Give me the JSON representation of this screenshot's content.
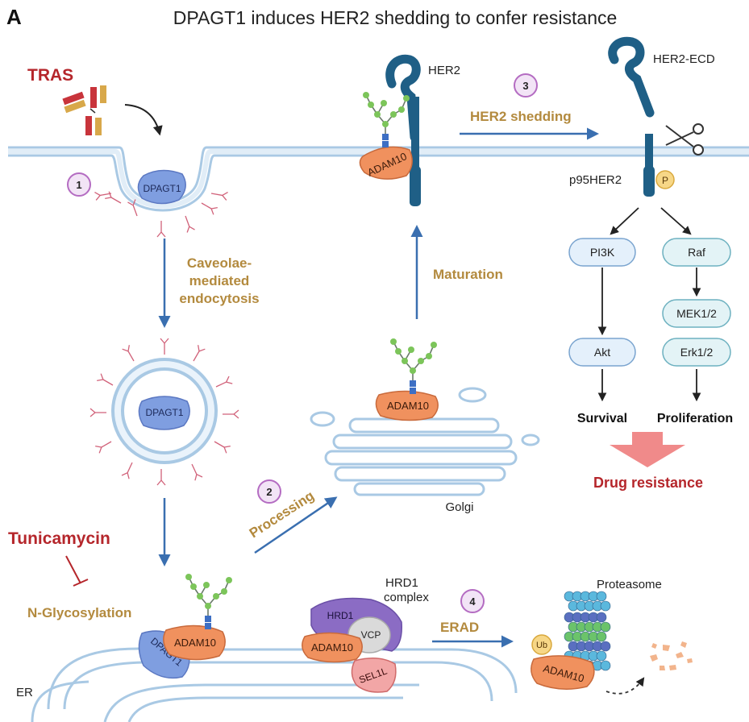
{
  "panel_label": "A",
  "title": "DPAGT1 induces HER2 shedding to confer resistance",
  "labels": {
    "tras": "TRAS",
    "tunicamycin": "Tunicamycin",
    "n_glycosylation": "N-Glycosylation",
    "caveolae_1": "Caveolae-",
    "caveolae_2": "mediated",
    "caveolae_3": "endocytosis",
    "maturation": "Maturation",
    "processing": "Processing",
    "her2_shedding": "HER2 shedding",
    "erad": "ERAD",
    "her2": "HER2",
    "her2_ecd": "HER2-ECD",
    "p95her2": "p95HER2",
    "phospho": "P",
    "golgi": "Golgi",
    "er": "ER",
    "hrd1_complex_1": "HRD1",
    "hrd1_complex_2": "complex",
    "hrd1": "HRD1",
    "vcp": "VCP",
    "sel1l": "SEL1L",
    "proteasome": "Proteasome",
    "ub": "Ub",
    "dpagt1": "DPAGT1",
    "adam10": "ADAM10",
    "pi3k": "PI3K",
    "akt": "Akt",
    "raf": "Raf",
    "mek": "MEK1/2",
    "erk": "Erk1/2",
    "survival": "Survival",
    "proliferation": "Proliferation",
    "drug_resistance": "Drug resistance"
  },
  "steps": [
    "1",
    "2",
    "3",
    "4"
  ],
  "colors": {
    "title_red": "#b5262b",
    "annotation_gold": "#b38a3e",
    "arrow_blue": "#3a6fb0",
    "membrane": "#a9c9e4",
    "dpagt1_blue": "#7f9ee0",
    "adam10_orange": "#f0915e",
    "her2_teal": "#1f5f86",
    "glycan_green": "#7cc55a",
    "step_purple": "#b46cc2",
    "pathway_box": "#e4f0fb",
    "resistance_arrow": "#f08a8a"
  }
}
